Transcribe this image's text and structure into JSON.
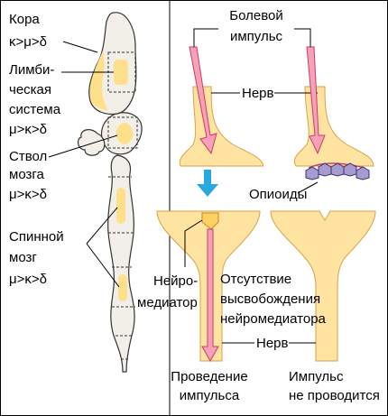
{
  "brain": {
    "cortex": {
      "title": "Кора",
      "receptors": "κ>μ>δ"
    },
    "limbic": {
      "line1": "Лимби-",
      "line2": "ческая",
      "line3": "система",
      "receptors": "μ>κ>δ"
    },
    "brainstem": {
      "line1": "Ствол",
      "line2": "мозга",
      "receptors": "μ>κ>δ"
    },
    "spinal": {
      "line1": "Спинной",
      "line2": "мозг",
      "receptors": "μ>κ>δ"
    }
  },
  "synapse": {
    "pain_impulse_line1": "Болевой",
    "pain_impulse_line2": "импульс",
    "nerve_top": "Нерв",
    "opioids": "Опиоиды",
    "neuromediator_line1": "Нейро-",
    "neuromediator_line2": "медиатор",
    "no_release_line1": "Отсутствие",
    "no_release_line2": "высвобождения",
    "no_release_line3": "нейромедиатора",
    "nerve_bottom": "Нерв",
    "conduction_line1": "Проведение",
    "conduction_line2": "импульса",
    "no_conduction_line1": "Импульс",
    "no_conduction_line2": "не проводится"
  },
  "colors": {
    "neuron_fill": "#ffe3a0",
    "impulse_arrow": "#f6a1b7",
    "blue_arrow": "#29a8e0",
    "opioid_fill": "#a89bd1"
  }
}
